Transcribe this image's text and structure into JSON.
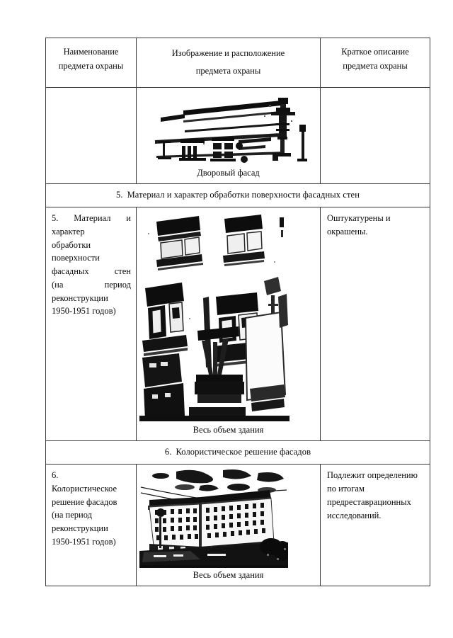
{
  "document": {
    "language": "ru",
    "page_background": "#ffffff",
    "ink_color": "#0a0a0a"
  },
  "table": {
    "header": {
      "col_name": {
        "line1": "Наименование",
        "line2": "предмета охраны"
      },
      "col_image": {
        "line1": "Изображение и расположение",
        "line2": "предмета охраны"
      },
      "col_description": {
        "line1": "Краткое описание",
        "line2": "предмета охраны"
      }
    },
    "rows": [
      {
        "kind": "content",
        "id": "row-courtyard-facade",
        "name": "",
        "image_caption": "Дворовый фасад",
        "image_alt": "Дворовый фасад здания, чёрно-белая фотография",
        "description": ""
      },
      {
        "kind": "section",
        "id": "section-5",
        "number": "5.",
        "title": "Материал и характер обработки поверхности фасадных стен"
      },
      {
        "kind": "content",
        "id": "row-material",
        "name_lines": [
          "5. Материал и",
          "характер",
          "обработки",
          "поверхности",
          "фасадных стен",
          "(на период",
          "реконструкции",
          "1950-1951 годов)"
        ],
        "name_justified_lines": [
          "5. Материал и",
          "фасадных стен",
          "(на период"
        ],
        "image_caption": "Весь объем здания",
        "image_alt": "Фрагмент фасада с окнами, чёрно-белая фотография",
        "description": "Оштукатурены и окрашены."
      },
      {
        "kind": "section",
        "id": "section-6",
        "number": "6.",
        "title": "Колористическое решение фасадов"
      },
      {
        "kind": "content",
        "id": "row-color",
        "name_lines": [
          "6.",
          "Колористическое",
          "решение фасадов",
          "(на период",
          "реконструкции",
          "1950-1951 годов)"
        ],
        "image_caption": "Весь объем здания",
        "image_alt": "Общий вид здания с угла, чёрно-белая фотография",
        "description": "Подлежит определению по итогам предреставрационных исследований."
      }
    ]
  }
}
